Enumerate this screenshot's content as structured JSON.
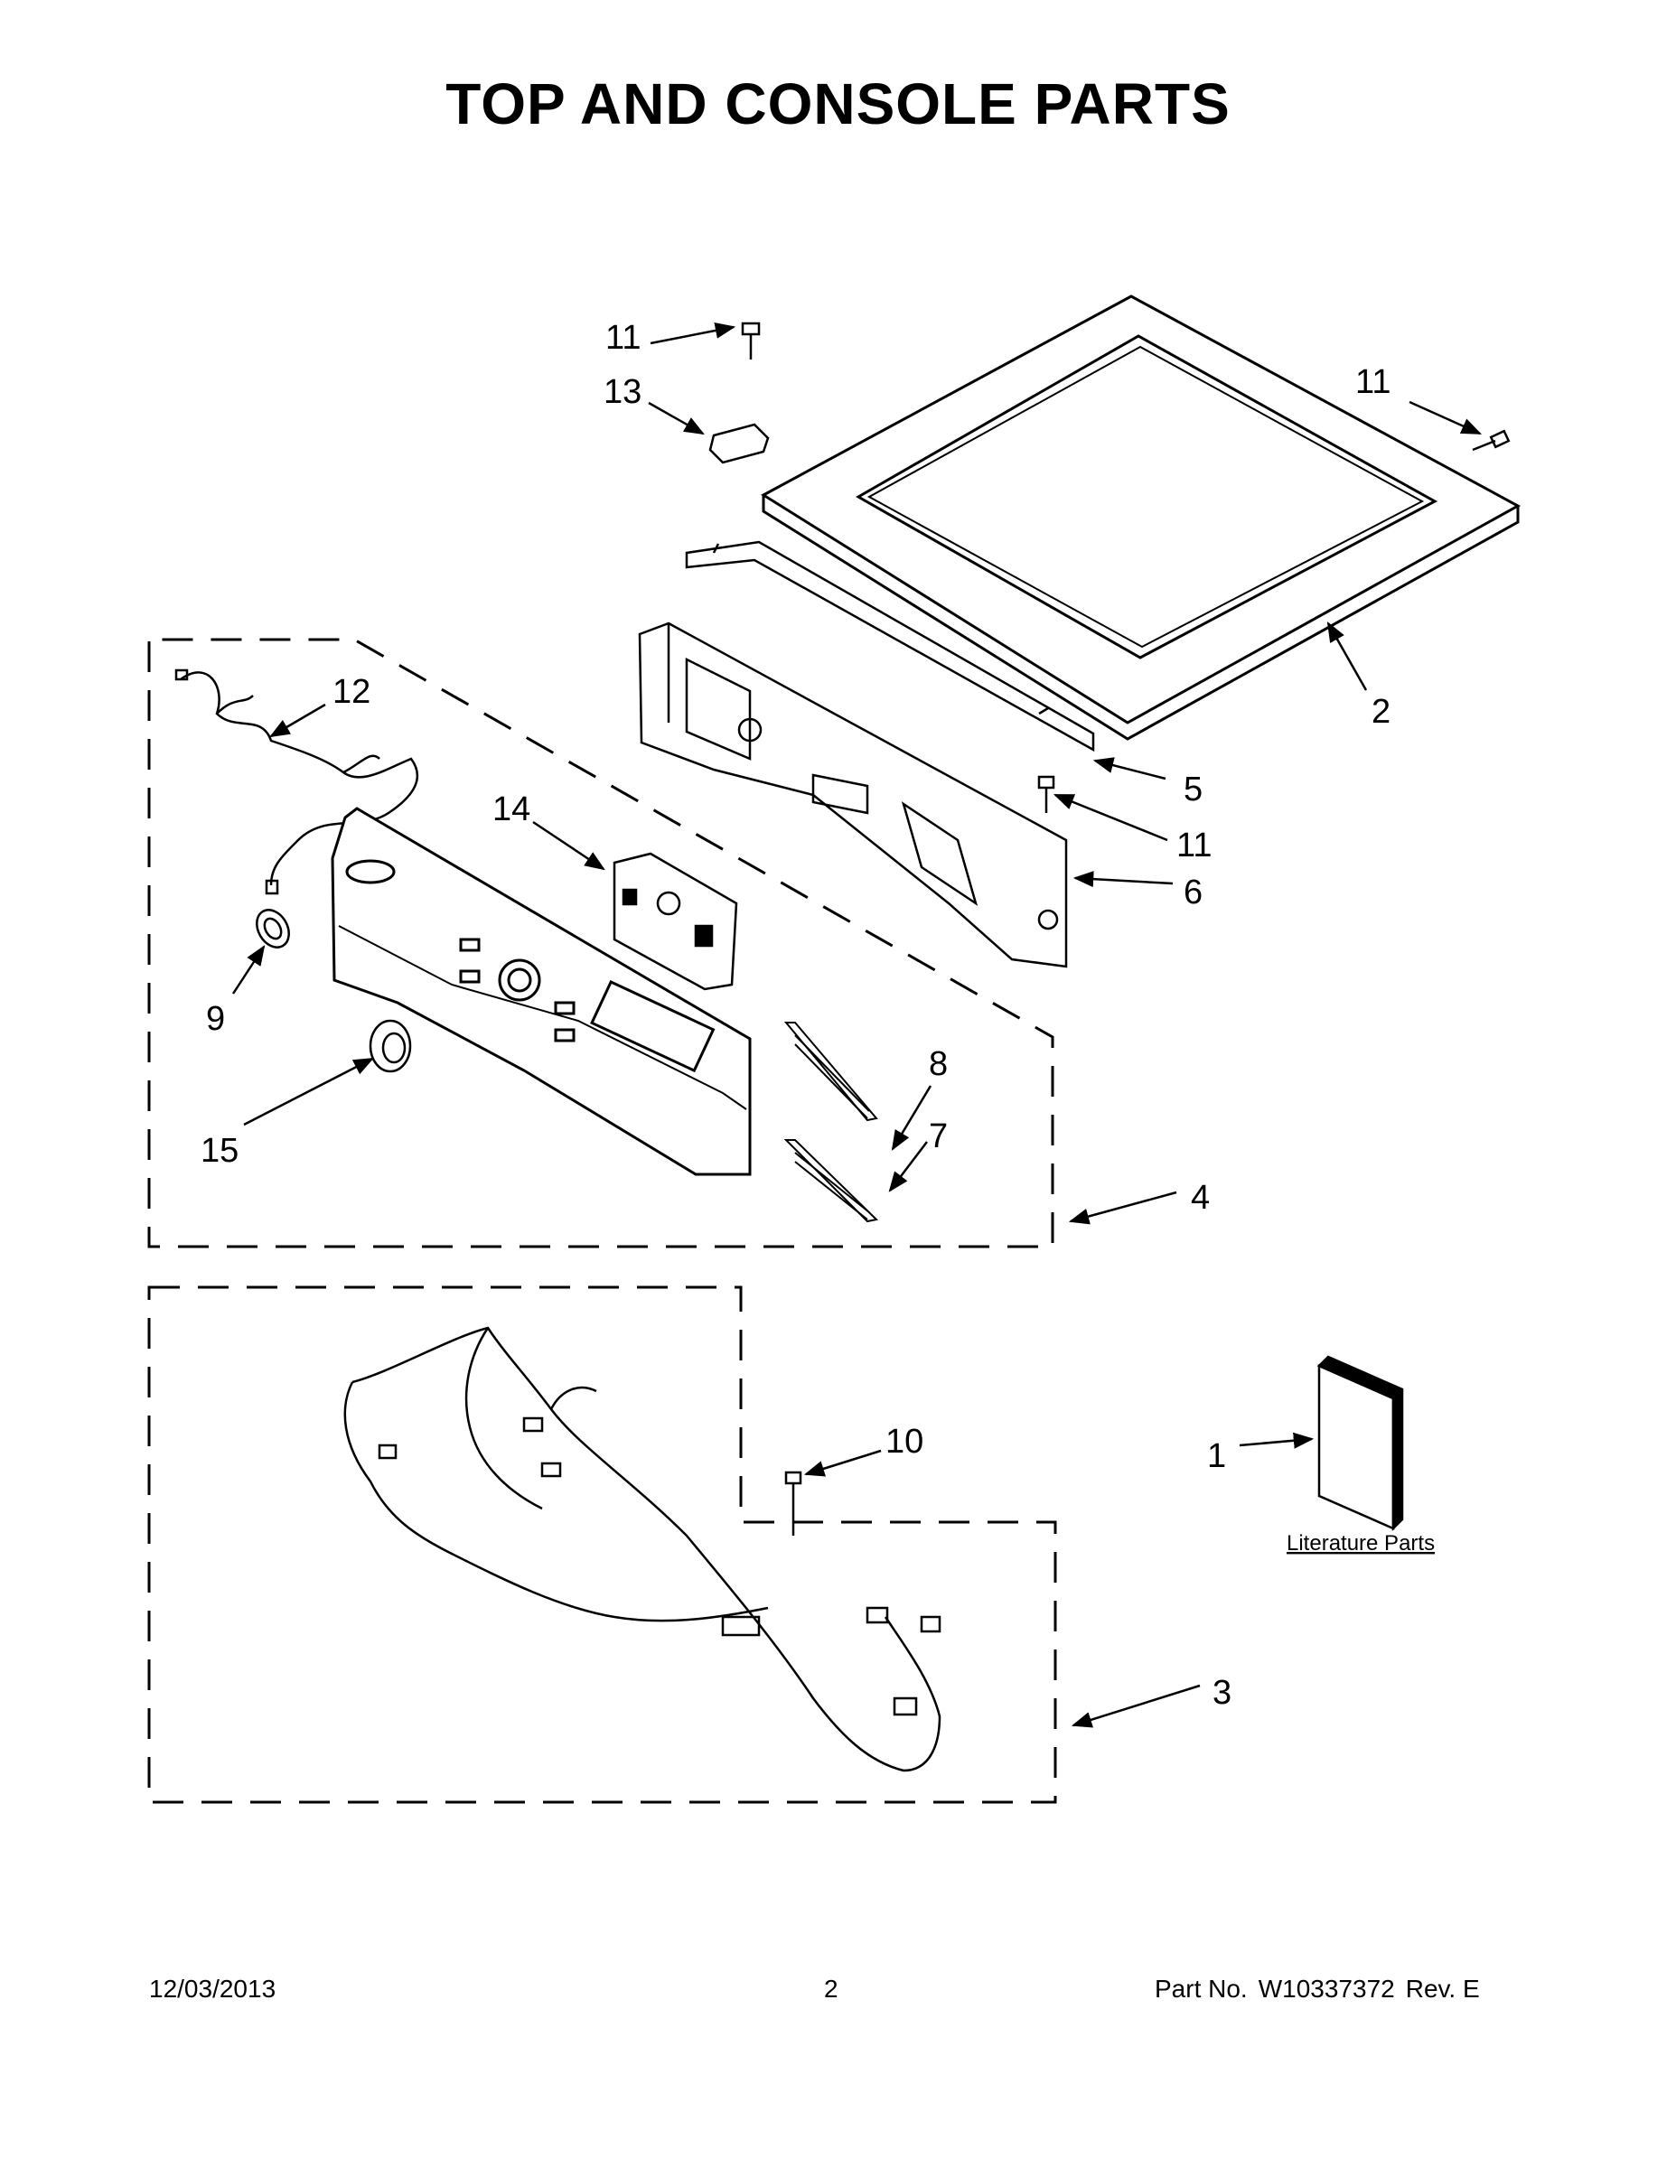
{
  "page": {
    "title": "TOP AND CONSOLE PARTS"
  },
  "callouts": [
    "1",
    "2",
    "3",
    "4",
    "5",
    "6",
    "7",
    "8",
    "9",
    "10",
    "11",
    "12",
    "13",
    "14",
    "15"
  ],
  "literature": {
    "label": "Literature Parts"
  },
  "footer": {
    "date": "12/03/2013",
    "page_number": "2",
    "part_label": "Part No.",
    "part_number": "W10337372",
    "revision": "Rev. E"
  }
}
